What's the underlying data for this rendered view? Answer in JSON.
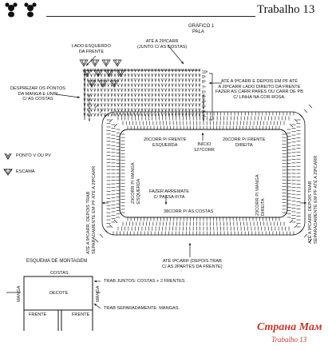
{
  "header": {
    "title": "Trabalho 13"
  },
  "chart": {
    "title": "GRÁFICO 1",
    "subtitle": "PALA"
  },
  "labels": {
    "left_front": "LADO ESQUERDO\nDA FRENTE",
    "row29_join": "ATÉ A 29ªCARR\n(JUNTO C/ AS COSTAS)",
    "despise": "DESPREZAR OS PONTOS\nDA MANGA E UNIR\nC/ AS COSTAS",
    "right_side": "ATÉ A 9ªCARR E DEPOIS EM PF ATÉ\nA 29ªCARR LADO DIREITO DA FRENTE\nFAZER AS CARR PARES OU CARR DE PB\nC/ LINHA NA COR ROSA.",
    "front_left_corr": "20CORR P/ FRENTE\nESQUERDA",
    "start": "INÍCIO\n127CORR",
    "front_right_corr": "20CORR P/ FRENTE\nDIREITA",
    "finish": "FAZER ARREMATE\nC/ PASSA-FITA",
    "back_corr": "38CORR P/ AS COSTAS",
    "bottom_rows": "ATÉ 9ªCARR (DEPOIS TRAB\nC/ AS 2PARTES DA FRENTE)",
    "left_vertical": "ATÉ A 9ªCARR, DEPOIS TRAB\nSEPARADAMENTE EM PF ATÉ A 29ªCARR",
    "sleeve_left": "23CORR P/ MANGA\nESQUERDA",
    "sleeve_right": "23CORR P/ MANGA\nDIREITA",
    "right_vertical": "ATÉ A 9ªCARR, DEPOIS TRAB\nSEPARADAMENTE EM PF ATÉ A 29ªCARR",
    "row_numbers": [
      "10ª",
      "9ª",
      "8ª",
      "7ª",
      "6ª",
      "5ª",
      "4ª",
      "3ª",
      "2ª",
      "1ª"
    ]
  },
  "legend": {
    "items": [
      {
        "icon": "point-v-icon",
        "label": "PONTO V OU PV"
      },
      {
        "icon": "shell-icon",
        "label": "ESCAMA"
      }
    ]
  },
  "assembly": {
    "title": "ESQUEMA DE MONTAGEM",
    "costas": "COSTAS",
    "manga_left": "MANGA",
    "manga_right": "MANGA",
    "decote": "DECOTE",
    "frente_left": "FRENTE",
    "frente_right": "FRENTE",
    "note1": "TRAB JUNTOS: COSTAS + 2 FRENTES",
    "note2": "TRAB SEPARADAMENTE: MANGAS."
  },
  "watermark": {
    "text": "Страна Мам",
    "sub": "Trabalho 13"
  },
  "colors": {
    "ink": "#111111",
    "watermark": "#c0392b"
  }
}
